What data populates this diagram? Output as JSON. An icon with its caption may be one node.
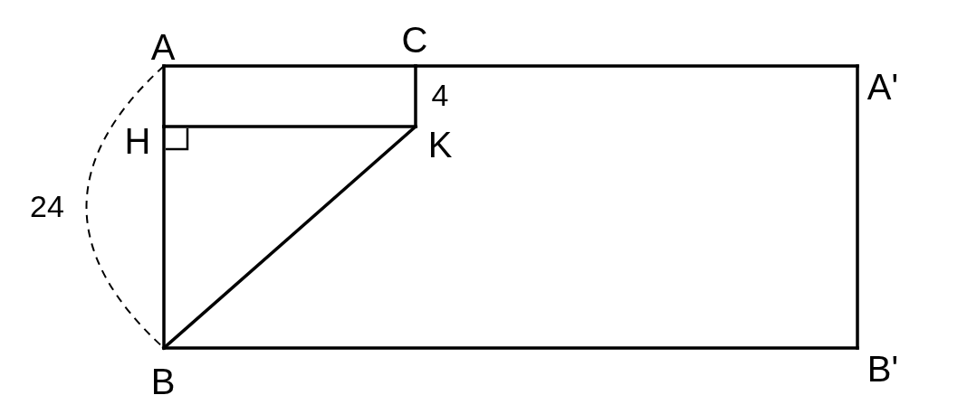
{
  "diagram": {
    "nodes": [
      {
        "text": [
          "A"
        ]
      },
      {
        "text": [
          "C"
        ]
      },
      {
        "text": [
          "A'"
        ]
      },
      {
        "text": [
          "H"
        ]
      },
      {
        "text": [
          "K"
        ]
      },
      {
        "text": [
          "B"
        ]
      },
      {
        "text": [
          "B'"
        ]
      }
    ],
    "edges": [
      {
        "from": 0,
        "to": 1,
        "arrow": "none"
      },
      {
        "from": 1,
        "to": 2,
        "arrow": "none"
      },
      {
        "from": 2,
        "to": 6,
        "arrow": "none"
      },
      {
        "from": 5,
        "to": 6,
        "arrow": "none"
      },
      {
        "from": 0,
        "to": 3,
        "arrow": "none"
      },
      {
        "from": 3,
        "to": 5,
        "arrow": "none"
      },
      {
        "from": 3,
        "to": 4,
        "arrow": "none"
      },
      {
        "from": 1,
        "to": 4,
        "arrow": "none"
      },
      {
        "from": 4,
        "to": 5,
        "arrow": "none"
      }
    ],
    "labels": [
      "4",
      "24"
    ]
  }
}
